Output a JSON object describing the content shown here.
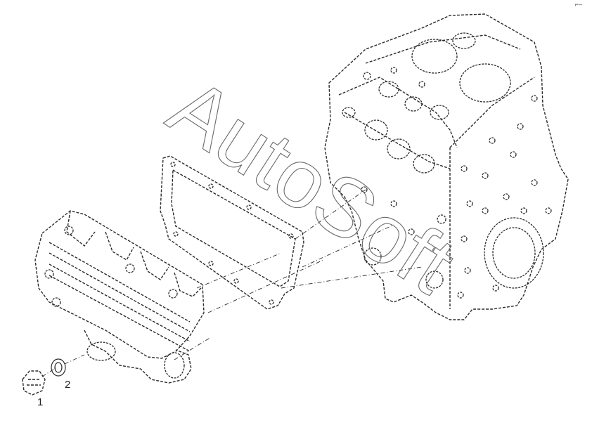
{
  "diagram": {
    "callouts": [
      "1",
      "2"
    ],
    "watermark": "AutoSoft",
    "corner_mark": "⌐–"
  }
}
